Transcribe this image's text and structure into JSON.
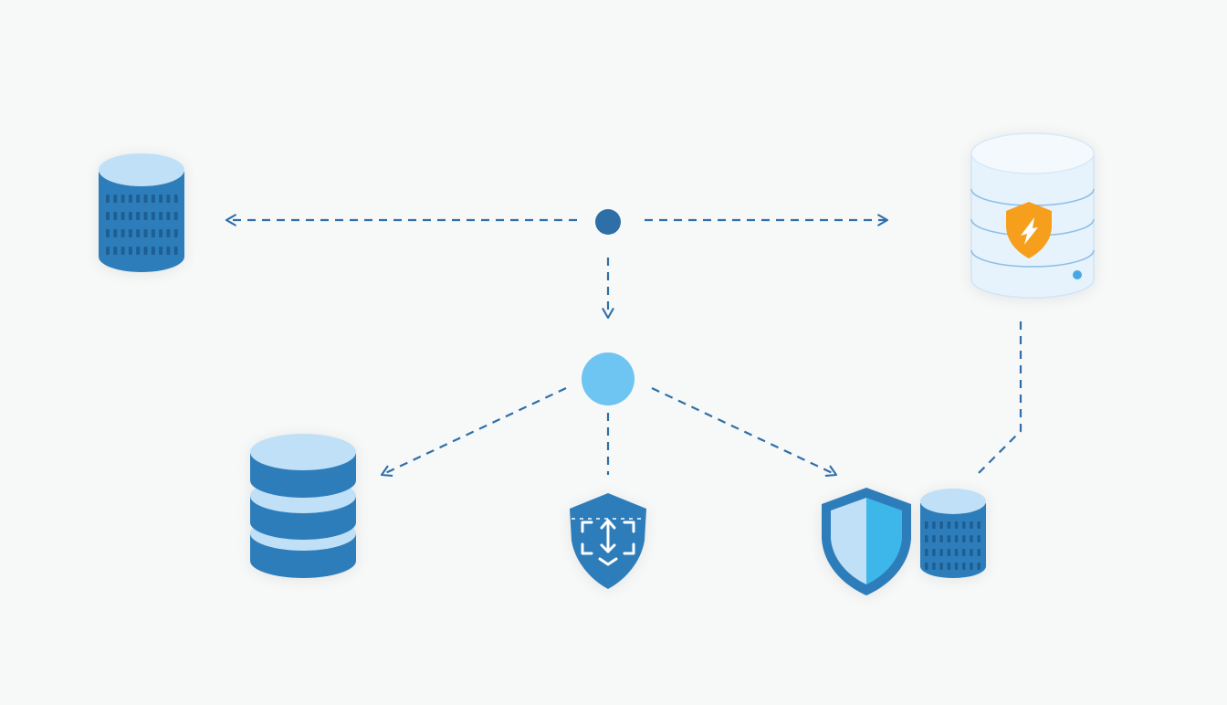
{
  "diagram": {
    "title": "",
    "colors": {
      "background": "#f7f8f8",
      "primary_blue": "#2f7dbb",
      "light_blue": "#bfe0f6",
      "bright_blue": "#6ec5f2",
      "connector": "#2f6fa8",
      "shield_orange": "#f59f1a",
      "pale_db": "#e7f3fc",
      "pale_db_top": "#f4f9fd"
    },
    "nodes": [
      {
        "id": "hub-small",
        "kind": "circle",
        "color_key": "connector"
      },
      {
        "id": "hub-large",
        "kind": "circle",
        "color_key": "bright_blue"
      },
      {
        "id": "db-left",
        "kind": "database-server-icon"
      },
      {
        "id": "db-secure",
        "kind": "database-shield-icon"
      },
      {
        "id": "db-stacked",
        "kind": "database-stacked-icon"
      },
      {
        "id": "shield-transfer",
        "kind": "shield-arrows-icon"
      },
      {
        "id": "shield-half",
        "kind": "shield-icon"
      },
      {
        "id": "db-small",
        "kind": "database-server-icon"
      }
    ],
    "edges": [
      {
        "from": "hub-small",
        "to": "db-left",
        "style": "dashed",
        "arrow": true
      },
      {
        "from": "hub-small",
        "to": "db-secure",
        "style": "dashed",
        "arrow": true
      },
      {
        "from": "hub-small",
        "to": "hub-large",
        "style": "dashed",
        "arrow": true
      },
      {
        "from": "hub-large",
        "to": "db-stacked",
        "style": "dashed",
        "arrow": true
      },
      {
        "from": "hub-large",
        "to": "shield-transfer",
        "style": "dashed",
        "arrow": false
      },
      {
        "from": "hub-large",
        "to": "shield-half",
        "style": "dashed",
        "arrow": true
      },
      {
        "from": "db-secure",
        "to": "db-small",
        "style": "dashed",
        "arrow": false
      }
    ]
  }
}
